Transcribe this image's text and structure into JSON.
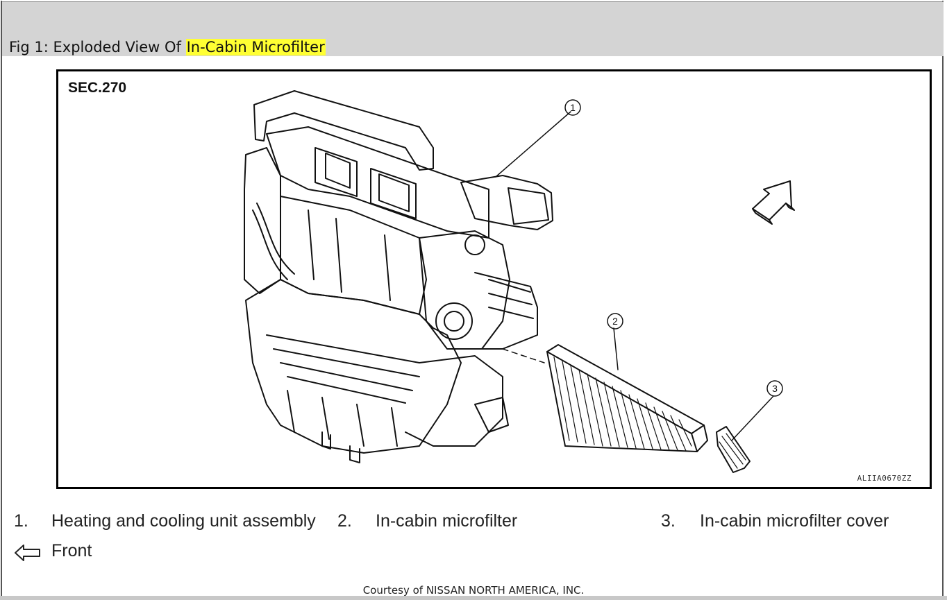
{
  "figure": {
    "title_prefix": "Fig 1: Exploded View Of ",
    "title_highlight": "In-Cabin Microfilter"
  },
  "diagram": {
    "section_label": "SEC.270",
    "reference_code": "ALIIA0670ZZ",
    "callouts": [
      "1",
      "2",
      "3"
    ]
  },
  "legend": {
    "items": [
      {
        "number": "1.",
        "label": "Heating and cooling unit assembly"
      },
      {
        "number": "2.",
        "label": "In-cabin microfilter"
      },
      {
        "number": "3.",
        "label": "In-cabin microfilter cover"
      }
    ],
    "front_label": "Front"
  },
  "credit": "Courtesy of NISSAN NORTH AMERICA, INC."
}
